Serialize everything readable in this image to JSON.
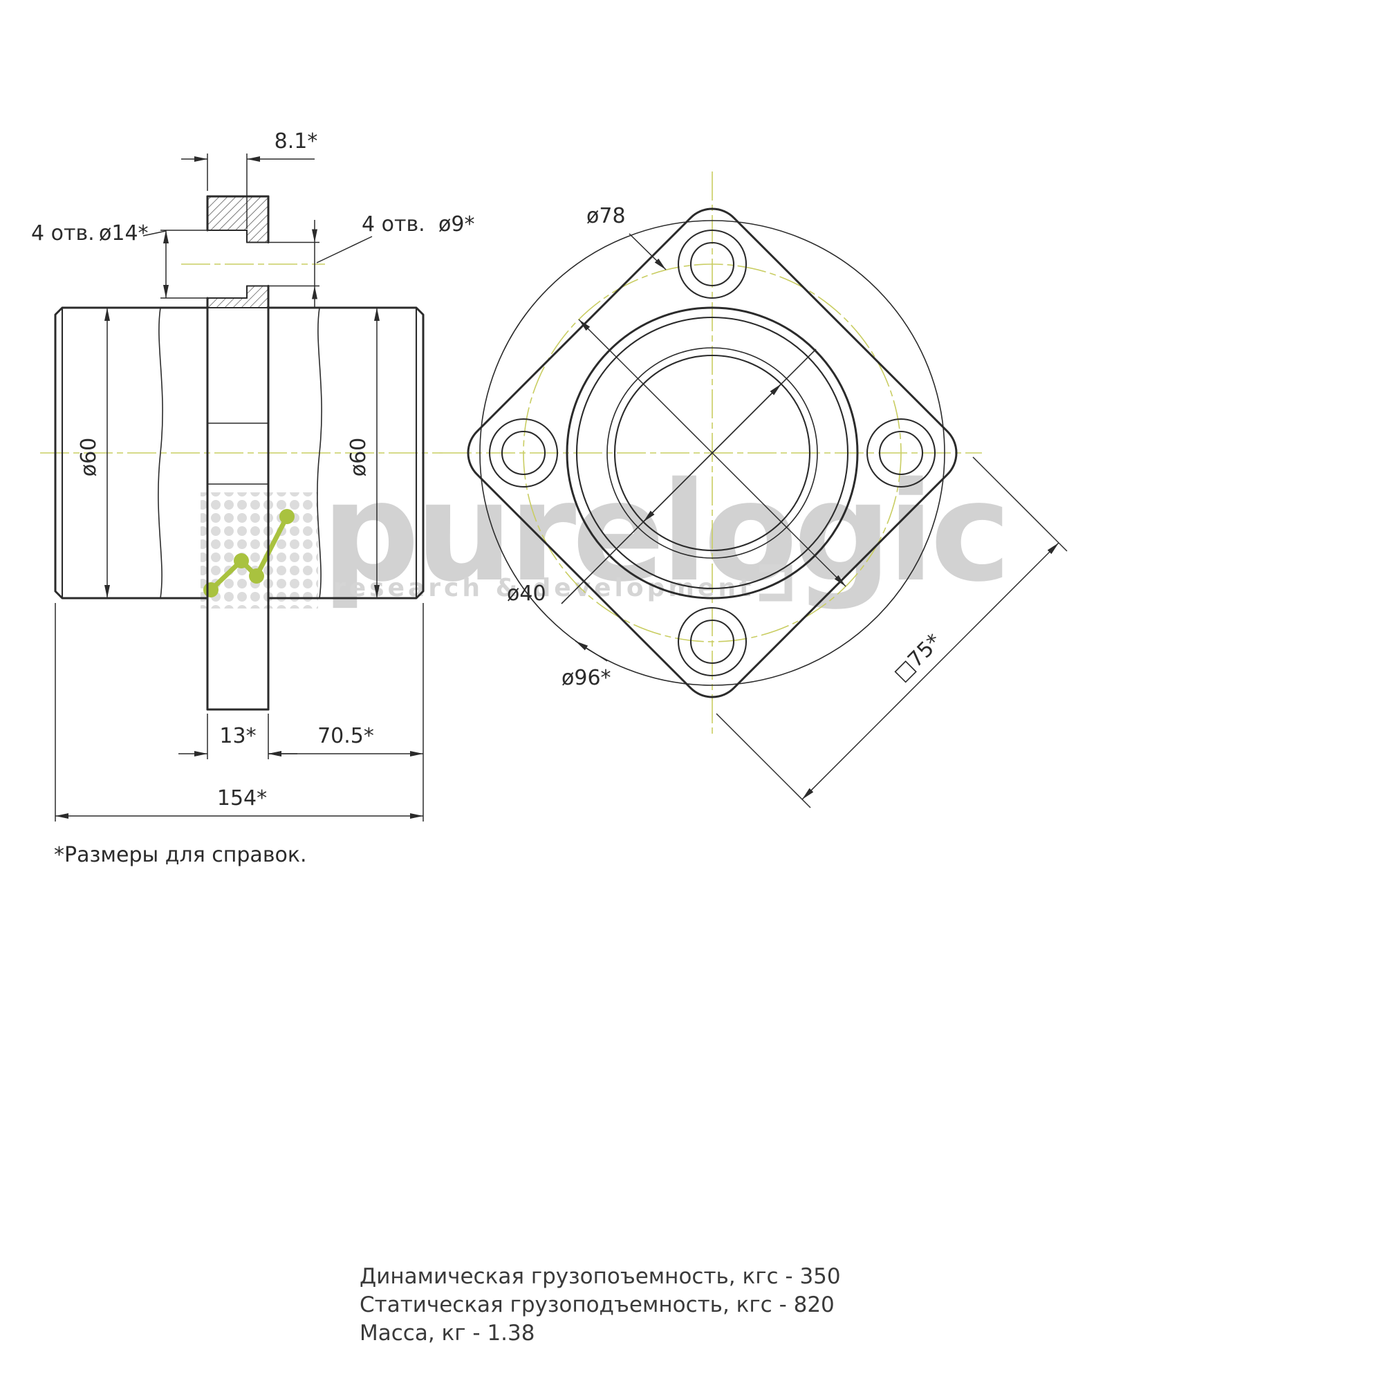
{
  "meta": {
    "background_color": "#ffffff",
    "line_color": "#2b2b2b",
    "centerline_color": "#c9cd62",
    "watermark_gray": "#d2d2d2",
    "watermark_green": "#a9c23f"
  },
  "side_view": {
    "dim_counterbore_depth": "8.1*",
    "counterbore_holes_count": "4 отв.",
    "counterbore_holes_dia": "ø14*",
    "through_holes_count": "4 отв.",
    "through_holes_dia": "ø9*",
    "dia_left_cylinder": "ø60",
    "dia_right_cylinder": "ø60",
    "dim_flange_thickness": "13*",
    "dim_right_length": "70.5*",
    "dim_total_length": "154*"
  },
  "front_view": {
    "dim_bolt_circle": "ø78",
    "dim_bore": "ø40",
    "dim_outer_dia": "ø96*",
    "dim_square": "□75*"
  },
  "note": "*Размеры для справок.",
  "watermark": {
    "brand": "purelogic",
    "tagline": "research & development"
  },
  "specs": {
    "line1": "Динамическая грузопоъемность, кгс - 350",
    "line2": "Статическая грузоподъемность, кгс - 820",
    "line3": "Масса, кг - 1.38"
  }
}
